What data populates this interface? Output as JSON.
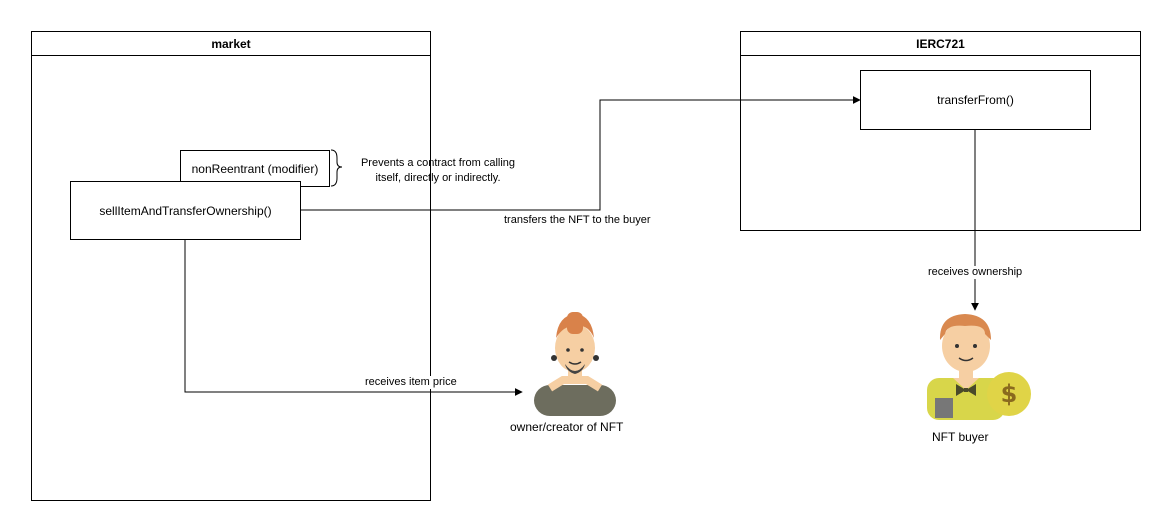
{
  "pools": {
    "market": {
      "title": "market"
    },
    "ierc721": {
      "title": "IERC721"
    }
  },
  "nodes": {
    "non_reentrant": "nonReentrant (modifier)",
    "sell_item": "sellItemAndTransferOwnership()",
    "transfer_from": "transferFrom()"
  },
  "annotation": {
    "line1": "Prevents a contract from calling",
    "line2": "itself, directly or indirectly."
  },
  "edges": {
    "transfer_nft": "transfers the NFT to the buyer",
    "receives_price": "receives item price",
    "receives_ownership": "receives ownership"
  },
  "actors": {
    "seller": {
      "label": "owner/creator of NFT",
      "icon": "person-with-mohawk-icon"
    },
    "buyer": {
      "label": "NFT buyer",
      "icon": "person-with-dollar-coin-icon"
    }
  },
  "colors": {
    "skin": "#f6cfa3",
    "hair_seller": "#d9824a",
    "hair_buyer": "#d9894f",
    "shirt_seller": "#6d6d5e",
    "shirt_buyer": "#d8d64a",
    "coin": "#e0d447",
    "coin_symbol": "#8a6a1e",
    "bowtie": "#4a4a2a"
  }
}
